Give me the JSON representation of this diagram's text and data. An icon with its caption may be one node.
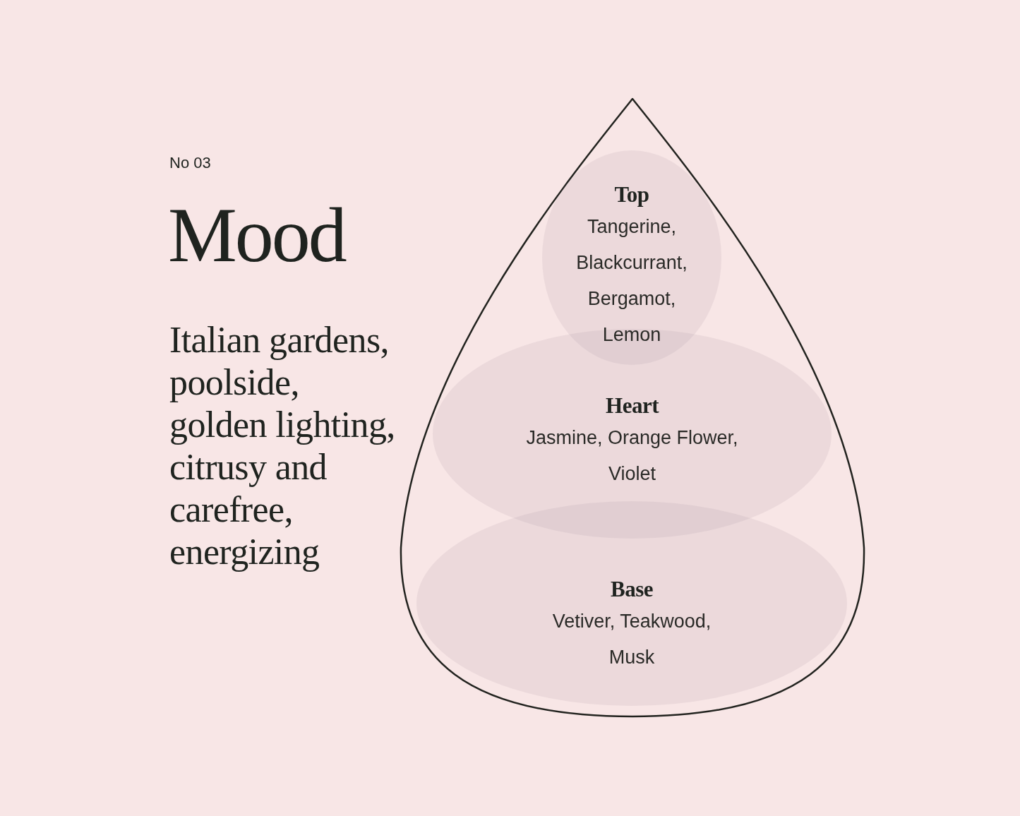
{
  "diagram": {
    "title": "Mood",
    "nodes": [
      {
        "text": [],
        "shape": "drop"
      },
      {
        "text": [
          "Top",
          "Tangerine, Blackcurrant, Bergamot, Lemon"
        ],
        "in": 0
      },
      {
        "text": [
          "Heart",
          "Jasmine, Orange Flower, Violet"
        ],
        "in": 0
      },
      {
        "text": [
          "Base",
          "Vetiver, Teakwood, Musk"
        ],
        "in": 0
      }
    ],
    "labels": [
      "No 03",
      "Italian gardens, poolside, golden lighting, citrusy and carefree, energizing"
    ]
  }
}
